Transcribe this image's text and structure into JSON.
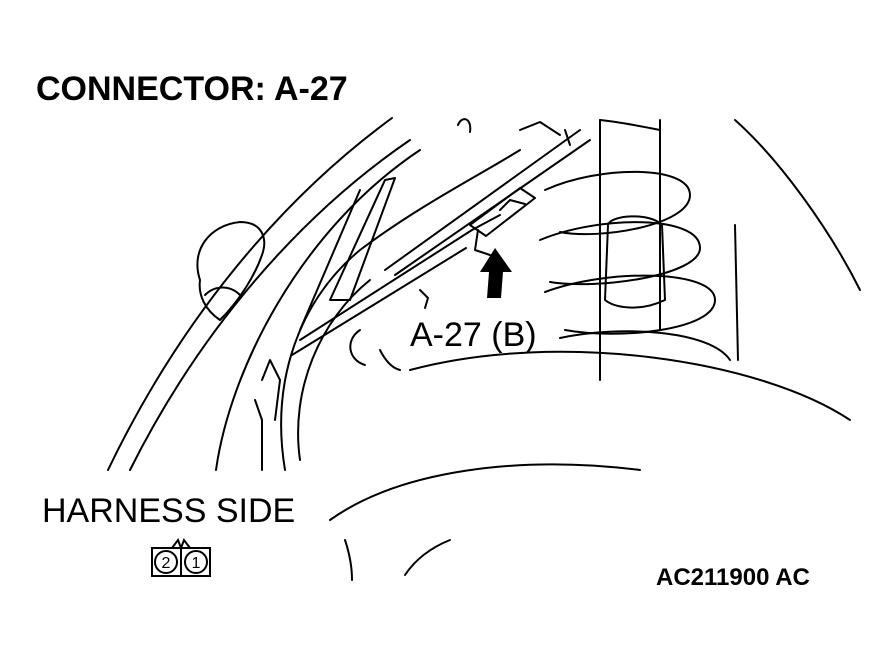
{
  "title": "CONNECTOR: A-27",
  "callout_label": "A-27 (B)",
  "harness_label": "HARNESS SIDE",
  "connector_pins": [
    "2",
    "1"
  ],
  "figure_code": "AC211900 AC",
  "colors": {
    "line": "#000000",
    "background": "#ffffff"
  },
  "icons": {
    "arrow": "arrow-up-icon",
    "connector": "connector-face-icon"
  }
}
